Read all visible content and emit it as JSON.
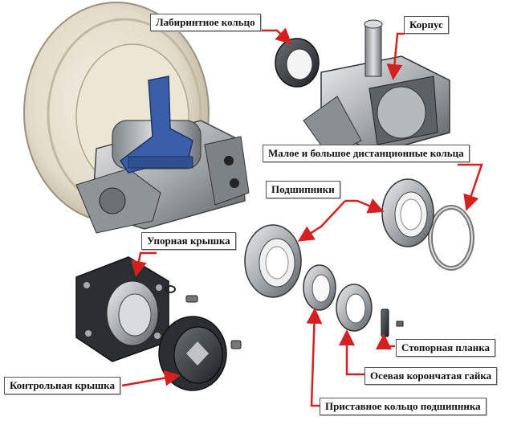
{
  "labels": {
    "labyrinth_ring": "Лабиринтное кольцо",
    "housing": "Корпус",
    "spacer_rings": "Малое и большое дистанционные  кольца",
    "bearings": "Подшипники",
    "thrust_cover": "Упорная крышка",
    "control_cover": "Контрольная крышка",
    "lock_plate": "Стопорная планка",
    "axial_nut": "Осевая корончатая гайка",
    "bearing_ring": "Приставное кольцо подшипника"
  },
  "colors": {
    "leader_line": "#d42020",
    "metal_light": "#d8dadb",
    "metal_mid": "#9a9fa3",
    "metal_dark": "#4a4f54",
    "wheel": "#e6e0cf",
    "blue_part": "#3a5fa8"
  }
}
